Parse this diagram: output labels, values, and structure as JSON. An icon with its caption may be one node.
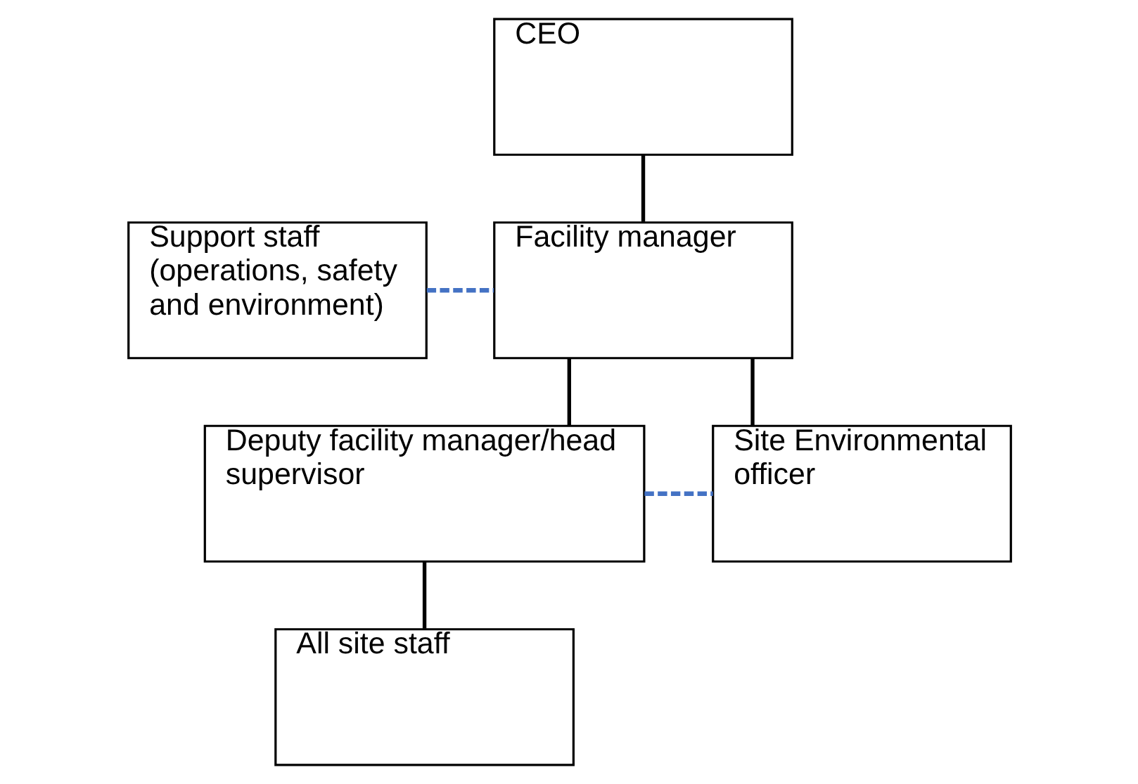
{
  "diagram": {
    "nodes": [
      {
        "text": [
          "CEO"
        ]
      },
      {
        "text": [
          "Support staff (operations, safety and environment)"
        ]
      },
      {
        "text": [
          "Facility manager"
        ]
      },
      {
        "text": [
          "Deputy facility manager/head supervisor"
        ]
      },
      {
        "text": [
          "Site Environmental officer"
        ]
      },
      {
        "text": [
          "All site staff"
        ]
      }
    ],
    "edges": [
      {
        "from": 0,
        "to": 2,
        "arrow": "none"
      },
      {
        "from": 1,
        "to": 2,
        "arrow": "none",
        "style": "dashed",
        "color": "#4472c4"
      },
      {
        "from": 2,
        "to": 3,
        "arrow": "none"
      },
      {
        "from": 2,
        "to": 4,
        "arrow": "none"
      },
      {
        "from": 3,
        "to": 4,
        "arrow": "none",
        "style": "dashed",
        "color": "#4472c4"
      },
      {
        "from": 3,
        "to": 5,
        "arrow": "none"
      }
    ]
  }
}
